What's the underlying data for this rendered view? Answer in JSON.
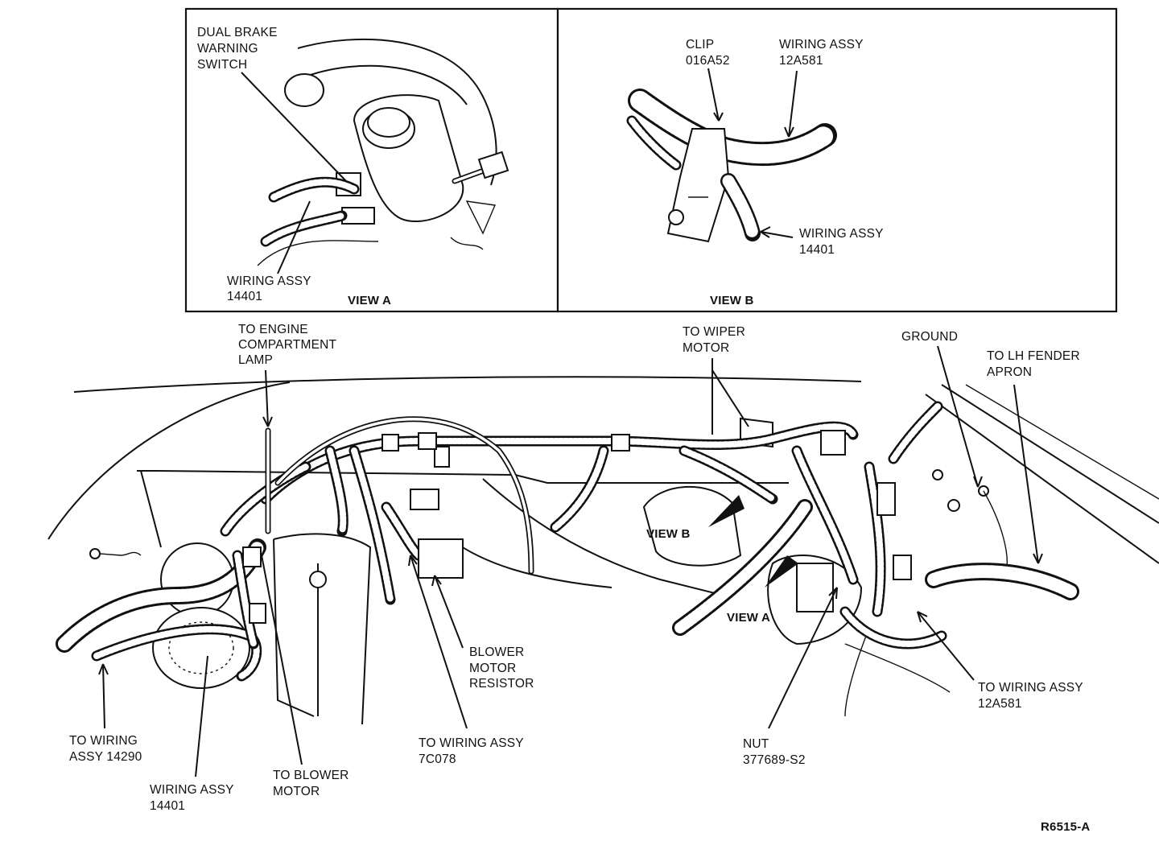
{
  "view_a": {
    "title": "VIEW A",
    "dual_brake_label": [
      "DUAL BRAKE",
      "WARNING",
      "SWITCH"
    ],
    "wiring_label": [
      "WIRING ASSY",
      "14401"
    ]
  },
  "view_b": {
    "title": "VIEW B",
    "clip_label": [
      "CLIP",
      "016A52"
    ],
    "wiring_top_label": [
      "WIRING ASSY",
      "12A581"
    ],
    "wiring_bottom_label": [
      "WIRING ASSY",
      "14401"
    ]
  },
  "main": {
    "engine_lamp_label": [
      "TO ENGINE",
      "COMPARTMENT",
      "LAMP"
    ],
    "wiper_label": [
      "TO WIPER",
      "MOTOR"
    ],
    "ground_label": "GROUND",
    "fender_label": [
      "TO LH FENDER",
      "APRON"
    ],
    "view_b_callout": "VIEW B",
    "view_a_callout": "VIEW A",
    "blower_resistor_label": [
      "BLOWER",
      "MOTOR",
      "RESISTOR"
    ],
    "wiring_12a581_label": [
      "TO WIRING ASSY",
      "12A581"
    ],
    "wiring_14290_label": [
      "TO WIRING",
      "ASSY 14290"
    ],
    "wiring_14401_label": [
      "WIRING ASSY",
      "14401"
    ],
    "blower_motor_label": [
      "TO BLOWER",
      "MOTOR"
    ],
    "wiring_7c078_label": [
      "TO WIRING ASSY",
      "7C078"
    ],
    "nut_label": [
      "NUT",
      "377689-S2"
    ]
  },
  "figure_id": "R6515-A"
}
